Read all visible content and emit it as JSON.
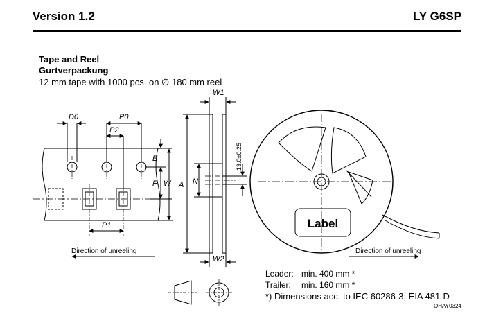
{
  "header": {
    "version": "Version 1.2",
    "part_number": "LY G6SP"
  },
  "section": {
    "title": "Tape and Reel",
    "title_de": "Gurtverpackung",
    "subtitle": "12 mm tape with 1000 pcs. on ∅ 180 mm reel"
  },
  "tape_drawing": {
    "labels": {
      "D0": "D0",
      "P0": "P0",
      "P2": "P2",
      "E": "E",
      "F": "F",
      "W": "W",
      "P1": "P1"
    },
    "direction": "Direction of unreeling"
  },
  "reel_side": {
    "labels": {
      "W1": "W1",
      "A": "A",
      "N": "N",
      "dim": "13.0±0.25",
      "W2": "W2"
    }
  },
  "reel_front": {
    "label_text": "Label",
    "direction": "Direction of unreeling"
  },
  "notes": {
    "leader_label": "Leader:",
    "leader_value": "min. 400 mm *",
    "trailer_label": "Trailer:",
    "trailer_value": "min. 160 mm *",
    "footnote": "*) Dimensions acc. to IEC 60286-3; EIA 481-D",
    "drawing_code": "OHAY0324"
  }
}
